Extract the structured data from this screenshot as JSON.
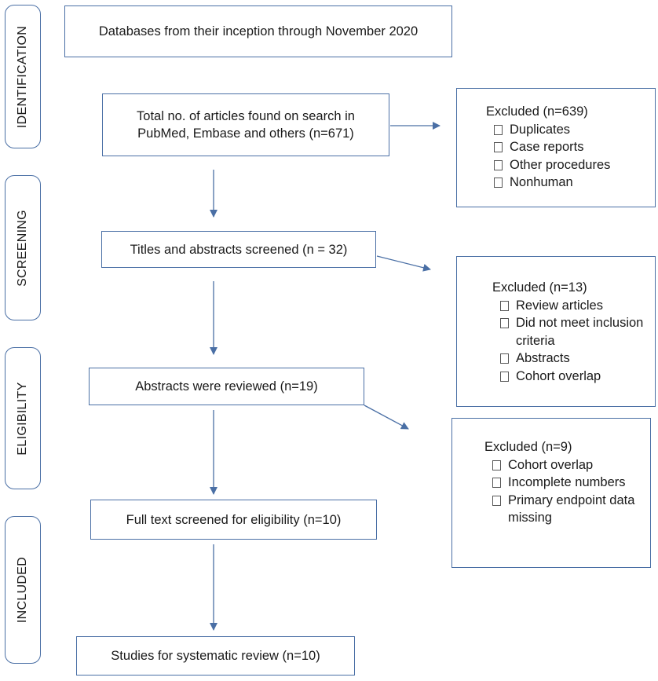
{
  "phases": {
    "identification": "IDENTIFICATION",
    "screening": "SCREENING",
    "eligibility": "ELIGIBILITY",
    "included": "INCLUDED"
  },
  "flow": {
    "databases": "Databases from their inception through November 2020",
    "total_found": "Total no. of articles found on search in PubMed, Embase and others (n=671)",
    "titles_screened": "Titles and abstracts screened (n = 32)",
    "abstracts_reviewed": "Abstracts were reviewed (n=19)",
    "full_text": "Full text screened for eligibility (n=10)",
    "studies": "Studies for systematic review (n=10)"
  },
  "exclusions": [
    {
      "title": "Excluded (n=639)",
      "items": [
        "Duplicates",
        "Case reports",
        "Other procedures",
        "Nonhuman"
      ]
    },
    {
      "title": "Excluded (n=13)",
      "items": [
        "Review articles",
        "Did not meet inclusion criteria",
        "Abstracts",
        "Cohort overlap"
      ]
    },
    {
      "title": "Excluded (n=9)",
      "items": [
        "Cohort overlap",
        "Incomplete numbers",
        "Primary endpoint data missing"
      ]
    }
  ],
  "colors": {
    "border": "#4a6fa5",
    "arrow": "#4a6fa5",
    "text": "#1a1a1a"
  }
}
